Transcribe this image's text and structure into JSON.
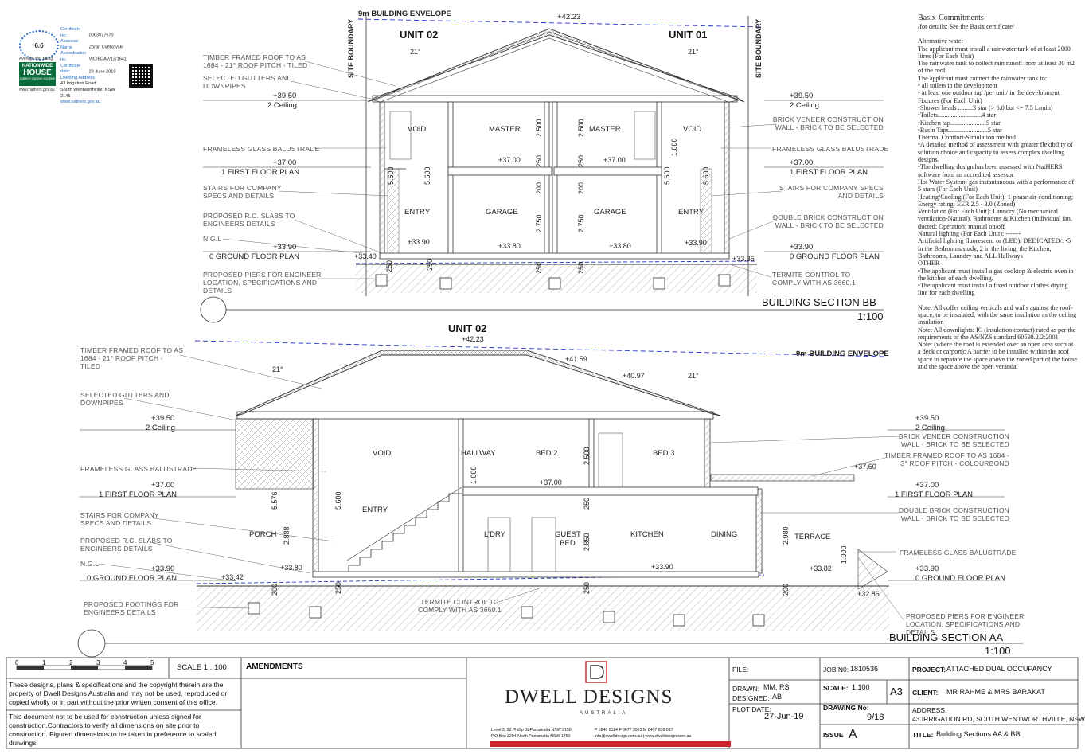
{
  "envelope": {
    "bb": "9m BUILDING ENVELOPE",
    "aa": "9m BUILDING ENVELOPE"
  },
  "site_boundary": {
    "left": "SITE BOUNDARY",
    "right": "SITE BOUNDARY"
  },
  "bb": {
    "unit_left": "UNIT 02",
    "unit_right": "UNIT 01",
    "ridge_level": "+42.23",
    "pitch_left": "21°",
    "pitch_right": "21°",
    "left_labels": [
      "TIMBER FRAMED ROOF TO AS 1684 - 21° ROOF PITCH - TILED",
      "SELECTED GUTTERS AND DOWNPIPES",
      "FRAMELESS GLASS BALUSTRADE",
      "STAIRS FOR COMPANY SPECS AND DETAILS",
      "PROPOSED R.C. SLABS TO ENGINEERS DETAILS",
      "N.G.L",
      "PROPOSED PIERS FOR ENGINEER LOCATION, SPECIFICATIONS AND DETAILS"
    ],
    "right_labels": [
      "BRICK VENEER CONSTRUCTION WALL - BRICK TO BE SELECTED",
      "FRAMELESS GLASS BALUSTRADE",
      "STAIRS FOR COMPANY SPECS AND DETAILS",
      "DOUBLE BRICK CONSTRUCTION WALL - BRICK TO BE SELECTED",
      "TERMITE CONTROL TO COMPLY WITH AS 3660.1"
    ],
    "levels": [
      {
        "val": "+39.50",
        "name": "2 Ceiling"
      },
      {
        "val": "+37.00",
        "name": "1 FIRST FLOOR PLAN"
      },
      {
        "val": "+33.90",
        "name": "0 GROUND FLOOR PLAN"
      }
    ],
    "rooms": [
      "VOID",
      "MASTER",
      "MASTER",
      "VOID",
      "ENTRY",
      "GARAGE",
      "GARAGE",
      "ENTRY"
    ],
    "spot_levels": [
      "+37.00",
      "+37.00",
      "+33.90",
      "+33.80",
      "+33.80",
      "+33.90",
      "+33.40",
      "+33.36"
    ],
    "dims": [
      "2.500",
      "2.500",
      "250",
      "250",
      "200",
      "200",
      "2.750",
      "2.750",
      "5.600",
      "5.600",
      "5.600",
      "5.600",
      "1.000",
      "250",
      "250",
      "250",
      "250"
    ],
    "title": "BUILDING SECTION BB",
    "scale": "1:100"
  },
  "aa": {
    "unit": "UNIT 02",
    "ridge_level": "+42.23",
    "spot_roof": [
      "+41.59",
      "+40.97"
    ],
    "pitch_left": "21°",
    "pitch_right": "21°",
    "left_labels": [
      "TIMBER FRAMED ROOF TO AS 1684 - 21° ROOF PITCH - TILED",
      "SELECTED GUTTERS AND DOWNPIPES",
      "FRAMELESS GLASS BALUSTRADE",
      "STAIRS FOR COMPANY SPECS AND DETAILS",
      "PROPOSED R.C. SLABS TO ENGINEERS DETAILS",
      "N.G.L",
      "PROPOSED FOOTINGS FOR ENGINEERS DETAILS"
    ],
    "right_labels": [
      "BRICK VENEER CONSTRUCTION WALL - BRICK TO BE SELECTED",
      "TIMBER FRAMED ROOF TO AS 1684 - 3° ROOF PITCH - COLOURBOND",
      "DOUBLE BRICK CONSTRUCTION WALL - BRICK TO BE SELECTED",
      "FRAMELESS GLASS BALUSTRADE",
      "PROPOSED PIERS FOR ENGINEER LOCATION, SPECIFICATIONS AND DETAILS"
    ],
    "termite": "TERMITE CONTROL TO COMPLY WITH AS 3660.1",
    "levels": [
      {
        "val": "+39.50",
        "name": "2 Ceiling"
      },
      {
        "val": "+37.00",
        "name": "1 FIRST FLOOR PLAN"
      },
      {
        "val": "+33.90",
        "name": "0 GROUND FLOOR PLAN"
      }
    ],
    "rooms": [
      "VOID",
      "HALLWAY",
      "BED 2",
      "BED 3",
      "ENTRY",
      "PORCH",
      "L'DRY",
      "GUEST BED",
      "KITCHEN",
      "DINING",
      "TERRACE"
    ],
    "spot_levels": [
      "+37.00",
      "+37.60",
      "+33.80",
      "+33.42",
      "+33.90",
      "+33.82",
      "+32.86"
    ],
    "dims": [
      "5.576",
      "5.600",
      "2.888",
      "1.000",
      "2.500",
      "2.850",
      "250",
      "250",
      "250",
      "200",
      "200",
      "2.980",
      "1.000"
    ],
    "title": "BUILDING SECTION AA",
    "scale": "1:100"
  },
  "cert": {
    "rating": "6.6",
    "rating_caption": "Average star rating",
    "badge_line1": "NATIONWIDE",
    "badge_line2": "HOUSE",
    "badge_line3": "ENERGY RATING SCHEME",
    "site_url": "www.nathers.gov.au",
    "rows": [
      {
        "k": "Certificate no:",
        "v": "0003977670"
      },
      {
        "k": "Assessor Name",
        "v": "Zoran Cvetkovski"
      },
      {
        "k": "Accreditation no.",
        "v": "VIC/BDAV/13/1641"
      },
      {
        "k": "Certificate date:",
        "v": "28 June 2019"
      },
      {
        "k": "Dwelling Address",
        "v": ""
      }
    ],
    "address": [
      "43 Irrigation Road",
      "South Wentworthville, NSW",
      "2145"
    ],
    "url2": "www.nathers.gov.au"
  },
  "basix": {
    "title": "Basix-Commitments",
    "lines": [
      "/for details: See the Basix certificate/",
      "",
      "Alternative water",
      "The applicant must install a rainwater tank of at least 2000 litres (For Each Unit)",
      "The rainwater tank to collect rain runoff from at least 30 m2 of the roof",
      "The applicant must connect the rainwater tank to:",
      "• all toilets in the development",
      "• at least one outdoor tap /per unit/ in the development",
      "Fixtures (For Each Unit)",
      "•Shower heads .........3 star (> 6.0 but <= 7.5 L/min)",
      "•Toilets...........................4 star",
      "•Kitchen tap......................5 star",
      "•Basin Taps........................5 star",
      "Thermal Comfort-Simulation method",
      "•A detailed method of assessment with greater flexibility of solution choice and capacity to assess complex dwelling designs.",
      "•The dwelling design has been assessed with NatHERS software from an accredited assessor",
      "Hot Water System: gas instantaneous with a performance of 5 stars (For Each Unit)",
      "Heating/Cooling (For Each Unit): 1-phase air-conditioning; Energy rating: EER 2.5 - 3.0 (Zoned)",
      "Ventilation (For Each Unit): Laundry (No mechanical ventilation-Natural), Bathrooms & Kitchen (individual fan, ducted; Operation: manual on/off",
      "Natural lighting (For Each Unit): -------",
      "Artificial lighting fluorescent or (LED)/ DEDICATED/: •5 in the Bedrooms/study, 2 in the living, the Kitchen, Bathrooms, Laundry and ALL Hallways",
      "OTHER",
      "•The applicant must install a gas cooktop & electric oven in the kitchen of each dwelling.",
      "•The applicant must install a fixed outdoor clothes drying line for each dwelling",
      "",
      "Note: All coffer ceiling verticals and walls against the roof-space, to be insulated, with the same insulation as the ceiling insulation",
      "Note: All downlights: IC (insulation contact) rated as per the requirements of the AS/NZS standard 60598.2.2:2001",
      "Note: (where the roof is extended over an open area such as a deck or carport): A barrier to be installed within the roof space to separate the space above the zoned part of the house and the space above the open veranda."
    ]
  },
  "titleblock": {
    "scale_ticks": [
      "0",
      "1",
      "2",
      "3",
      "4",
      "5"
    ],
    "scale_label": "SCALE 1 : 100",
    "amendments": "AMENDMENTS",
    "copyright": "These designs, plans & specifications and the copyright therein are the property of Dwell Designs Australia and may not be used, reproduced or copied wholly or in part without the prior written consent of this office.",
    "construction": "This document not to be used for construction unless signed for construction.Contractors to verify all dimensions on site prior to construction. Figured dimensions to be taken in preference to scaled drawings.",
    "brand_name": "DWELL DESIGNS",
    "brand_sub": "AUSTRALIA",
    "address1": "Level 3, 28 Phillip St Parramatta NSW 2150",
    "address2": "P.O Box 2294 North Parramatta NSW 1750",
    "contact1": "P 8840 9114   F 8677 3921   M 0407 835 037",
    "contact2": "info@dwelldesign.com.au | www.dwelldesign.com.au",
    "file_label": "FILE:",
    "drawn_label": "DRAWN:",
    "drawn_val": "MM, RS",
    "designed_label": "DESIGNED:",
    "designed_val": "AB",
    "plotdate_label": "PLOT DATE:",
    "plotdate_val": "27-Jun-19",
    "jobno_label": "JOB N0:",
    "jobno_val": "1810536",
    "scale2_label": "SCALE:",
    "scale2_val": "1:100",
    "sheet": "A3",
    "drawingno_label": "DRAWING No:",
    "drawingno_val": "9/18",
    "issue_label": "ISSUE",
    "issue_val": "A",
    "project_label": "PROJECT:",
    "project_val": "ATTACHED DUAL OCCUPANCY",
    "client_label": "CLIENT:",
    "client_val": "MR RAHME & MRS BARAKAT",
    "address_label": "ADDRESS:",
    "address_val": "43 IRRIGATION RD, SOUTH WENTWORTHVILLE, NSW",
    "title_label": "TITLE:",
    "title_val": "Building Sections AA & BB"
  }
}
